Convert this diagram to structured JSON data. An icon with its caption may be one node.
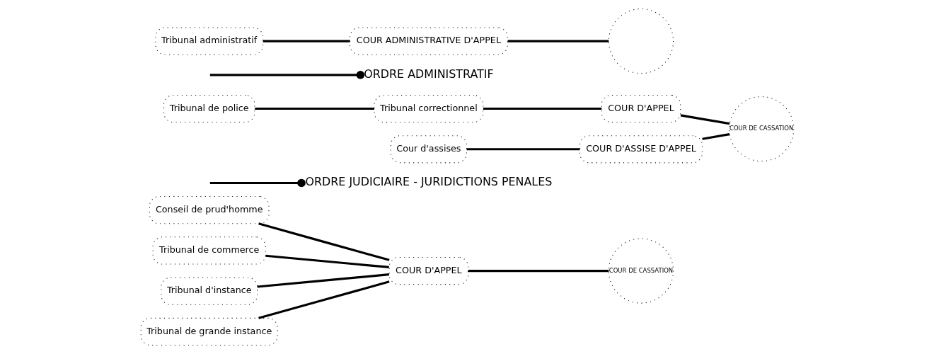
{
  "diagram": {
    "nodes": [
      {
        "text": [
          "Conseil de prud'homme"
        ]
      },
      {
        "text": [
          "Tribunal de commerce"
        ]
      },
      {
        "text": [
          "Tribunal d'instance"
        ]
      },
      {
        "text": [
          "Tribunal de grande instance"
        ]
      },
      {
        "text": [
          "COUR D'APPEL"
        ]
      },
      {
        "text": [
          "COUR DE CASSATION"
        ]
      },
      {
        "text": [
          "ORDRE JUDICIAIRE - JURIDICTIONS PENALES"
        ]
      },
      {
        "text": [
          "Tribunal de police"
        ]
      },
      {
        "text": [
          "Tribunal correctionnel"
        ]
      },
      {
        "text": [
          "Cour d'assises"
        ]
      },
      {
        "text": [
          "COUR D'APPEL"
        ]
      },
      {
        "text": [
          "COUR D'ASSISE D'APPEL"
        ]
      },
      {
        "text": [
          "COUR DE CASSATION"
        ]
      },
      {
        "text": [
          "ORDRE ADMINISTRATIF"
        ]
      },
      {
        "text": [
          "Tribunal administratif"
        ]
      },
      {
        "text": [
          "COUR ADMINISTRATIVE D'APPEL"
        ]
      },
      {
        "text": [],
        "shape": "circle"
      }
    ],
    "edges": [
      {
        "from": 0,
        "to": 4,
        "arrow": "none"
      },
      {
        "from": 1,
        "to": 4,
        "arrow": "none"
      },
      {
        "from": 2,
        "to": 4,
        "arrow": "none"
      },
      {
        "from": 3,
        "to": 4,
        "arrow": "none"
      },
      {
        "from": 4,
        "to": 5,
        "arrow": "none"
      },
      {
        "from": null,
        "to": 6,
        "arrow": "other"
      },
      {
        "from": 7,
        "to": 8,
        "arrow": "none"
      },
      {
        "from": 8,
        "to": 10,
        "arrow": "none"
      },
      {
        "from": 9,
        "to": 11,
        "arrow": "none"
      },
      {
        "from": 10,
        "to": 12,
        "arrow": "none"
      },
      {
        "from": 11,
        "to": 12,
        "arrow": "none"
      },
      {
        "from": null,
        "to": 13,
        "arrow": "other"
      },
      {
        "from": 14,
        "to": 15,
        "arrow": "none"
      },
      {
        "from": 15,
        "to": 16,
        "arrow": "none"
      }
    ]
  }
}
